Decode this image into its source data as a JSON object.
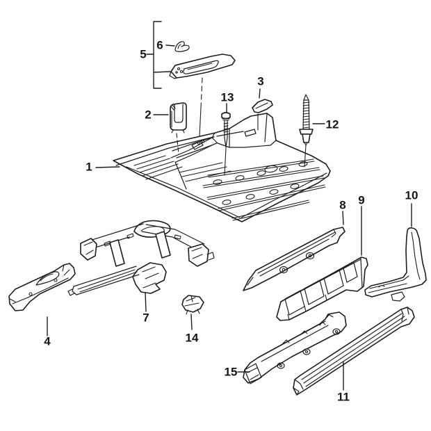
{
  "diagram": {
    "kind": "exploded-parts-diagram",
    "background_color": "#ffffff",
    "line_color": "#1c1c1c",
    "callout_count": 15
  },
  "callouts": [
    {
      "id": 1,
      "label": "1"
    },
    {
      "id": 2,
      "label": "2"
    },
    {
      "id": 3,
      "label": "3"
    },
    {
      "id": 4,
      "label": "4"
    },
    {
      "id": 5,
      "label": "5"
    },
    {
      "id": 6,
      "label": "6"
    },
    {
      "id": 7,
      "label": "7"
    },
    {
      "id": 8,
      "label": "8"
    },
    {
      "id": 9,
      "label": "9"
    },
    {
      "id": 10,
      "label": "10"
    },
    {
      "id": 11,
      "label": "11"
    },
    {
      "id": 12,
      "label": "12"
    },
    {
      "id": 13,
      "label": "13"
    },
    {
      "id": 14,
      "label": "14"
    },
    {
      "id": 15,
      "label": "15"
    }
  ]
}
